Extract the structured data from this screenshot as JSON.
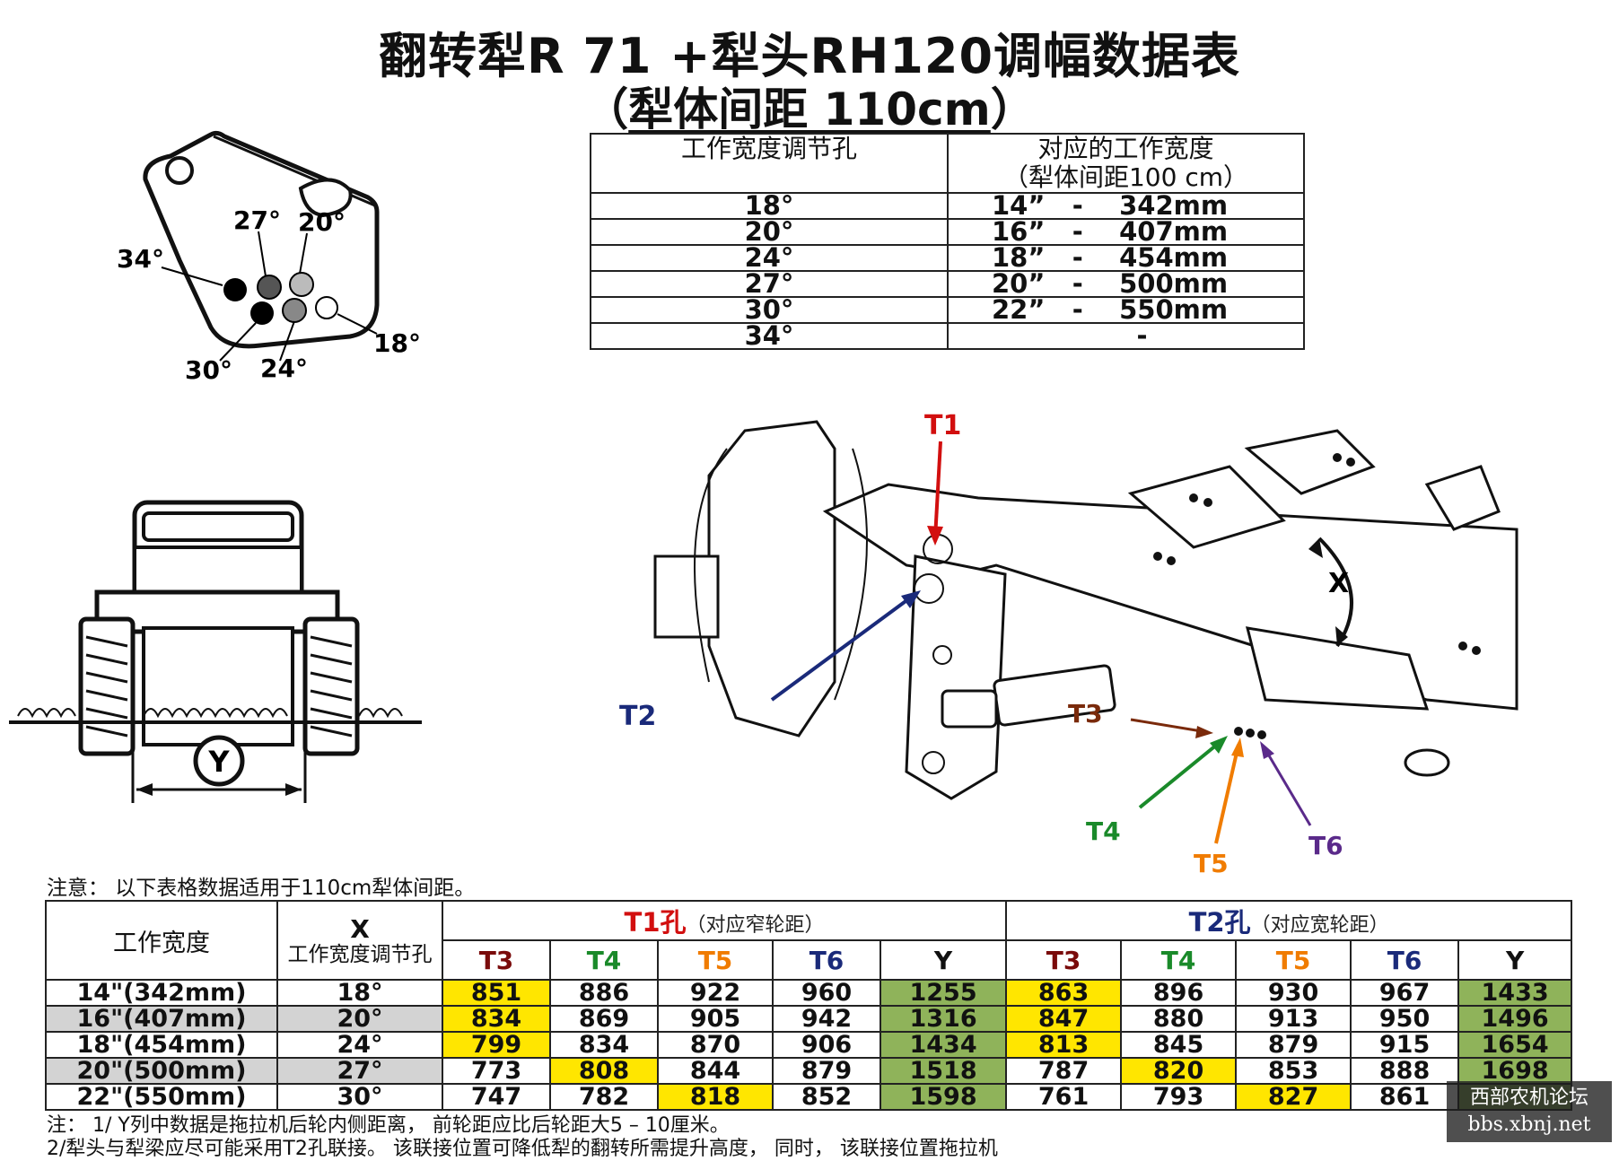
{
  "title": "翻转犁R 71 +犁头RH120调幅数据表",
  "subtitle_open": "（",
  "subtitle_main": "犁体间距 110cm",
  "subtitle_close": "）",
  "bracket_diagram": {
    "labels": [
      "34°",
      "27°",
      "20°",
      "30°",
      "24°",
      "18°"
    ]
  },
  "tractor_diagram": {
    "dimension_label": "Y"
  },
  "mechanism_diagram": {
    "labels": {
      "t1": "T1",
      "t2": "T2",
      "t3": "T3",
      "t4": "T4",
      "t5": "T5",
      "t6": "T6",
      "x": "X"
    },
    "colors": {
      "t1": "#d20f0f",
      "t2": "#1a2a7a",
      "t3": "#7a2a0b",
      "t4": "#1a8a2a",
      "t5": "#f07c00",
      "t6": "#5a2a8a"
    }
  },
  "hole_table": {
    "header_col1": "工作宽度调节孔",
    "header_col2_line1": "对应的工作宽度",
    "header_col2_line2": "（犁体间距100 cm）",
    "rows": [
      {
        "hole": "18°",
        "width": "14”   -    342mm"
      },
      {
        "hole": "20°",
        "width": "16”   -    407mm"
      },
      {
        "hole": "24°",
        "width": "18”   -    454mm"
      },
      {
        "hole": "27°",
        "width": "20”   -    500mm"
      },
      {
        "hole": "30°",
        "width": "22”   -    550mm"
      },
      {
        "hole": "34°",
        "width": "                -"
      }
    ]
  },
  "note_top": "注意：  以下表格数据适用于110cm犁体间距。",
  "data_table": {
    "h_width": "工作宽度",
    "h_x": "X",
    "h_x_sub": "工作宽度调节孔",
    "g1_name": "T1孔",
    "g1_desc": "（对应窄轮距）",
    "g2_name": "T2孔",
    "g2_desc": "（对应宽轮距）",
    "cols": [
      "T3",
      "T4",
      "T5",
      "T6",
      "Y"
    ],
    "rows": [
      {
        "width": "14\"(342mm)",
        "hole": "18°",
        "t1": [
          "851",
          "886",
          "922",
          "960",
          "1255"
        ],
        "t2": [
          "863",
          "896",
          "930",
          "967",
          "1433"
        ]
      },
      {
        "width": "16\"(407mm)",
        "hole": "20°",
        "t1": [
          "834",
          "869",
          "905",
          "942",
          "1316"
        ],
        "t2": [
          "847",
          "880",
          "913",
          "950",
          "1496"
        ]
      },
      {
        "width": "18\"(454mm)",
        "hole": "24°",
        "t1": [
          "799",
          "834",
          "870",
          "906",
          "1434"
        ],
        "t2": [
          "813",
          "845",
          "879",
          "915",
          "1654"
        ]
      },
      {
        "width": "20\"(500mm)",
        "hole": "27°",
        "t1": [
          "773",
          "808",
          "844",
          "879",
          "1518"
        ],
        "t2": [
          "787",
          "820",
          "853",
          "888",
          "1698"
        ]
      },
      {
        "width": "22\"(550mm)",
        "hole": "30°",
        "t1": [
          "747",
          "782",
          "818",
          "852",
          "1598"
        ],
        "t2": [
          "761",
          "793",
          "827",
          "861",
          ""
        ]
      }
    ],
    "highlight_yellow_col": [
      0,
      0,
      0,
      1,
      2
    ]
  },
  "note1": "注：  1/ Y列中数据是拖拉机后轮内侧距离，  前轮距应比后轮距大5 – 10厘米。",
  "note2": "2/犁头与犁梁应尽可能采用T2孔联接。  该联接位置可降低犁的翻转所需提升高度，  同时，  该联接位置拖拉机",
  "watermark_line1": "西部农机论坛",
  "watermark_line2": "bbs.xbnj.net",
  "colors": {
    "yellow": "#ffe600",
    "green": "#8fb35a",
    "gray": "#d3d3d3"
  }
}
